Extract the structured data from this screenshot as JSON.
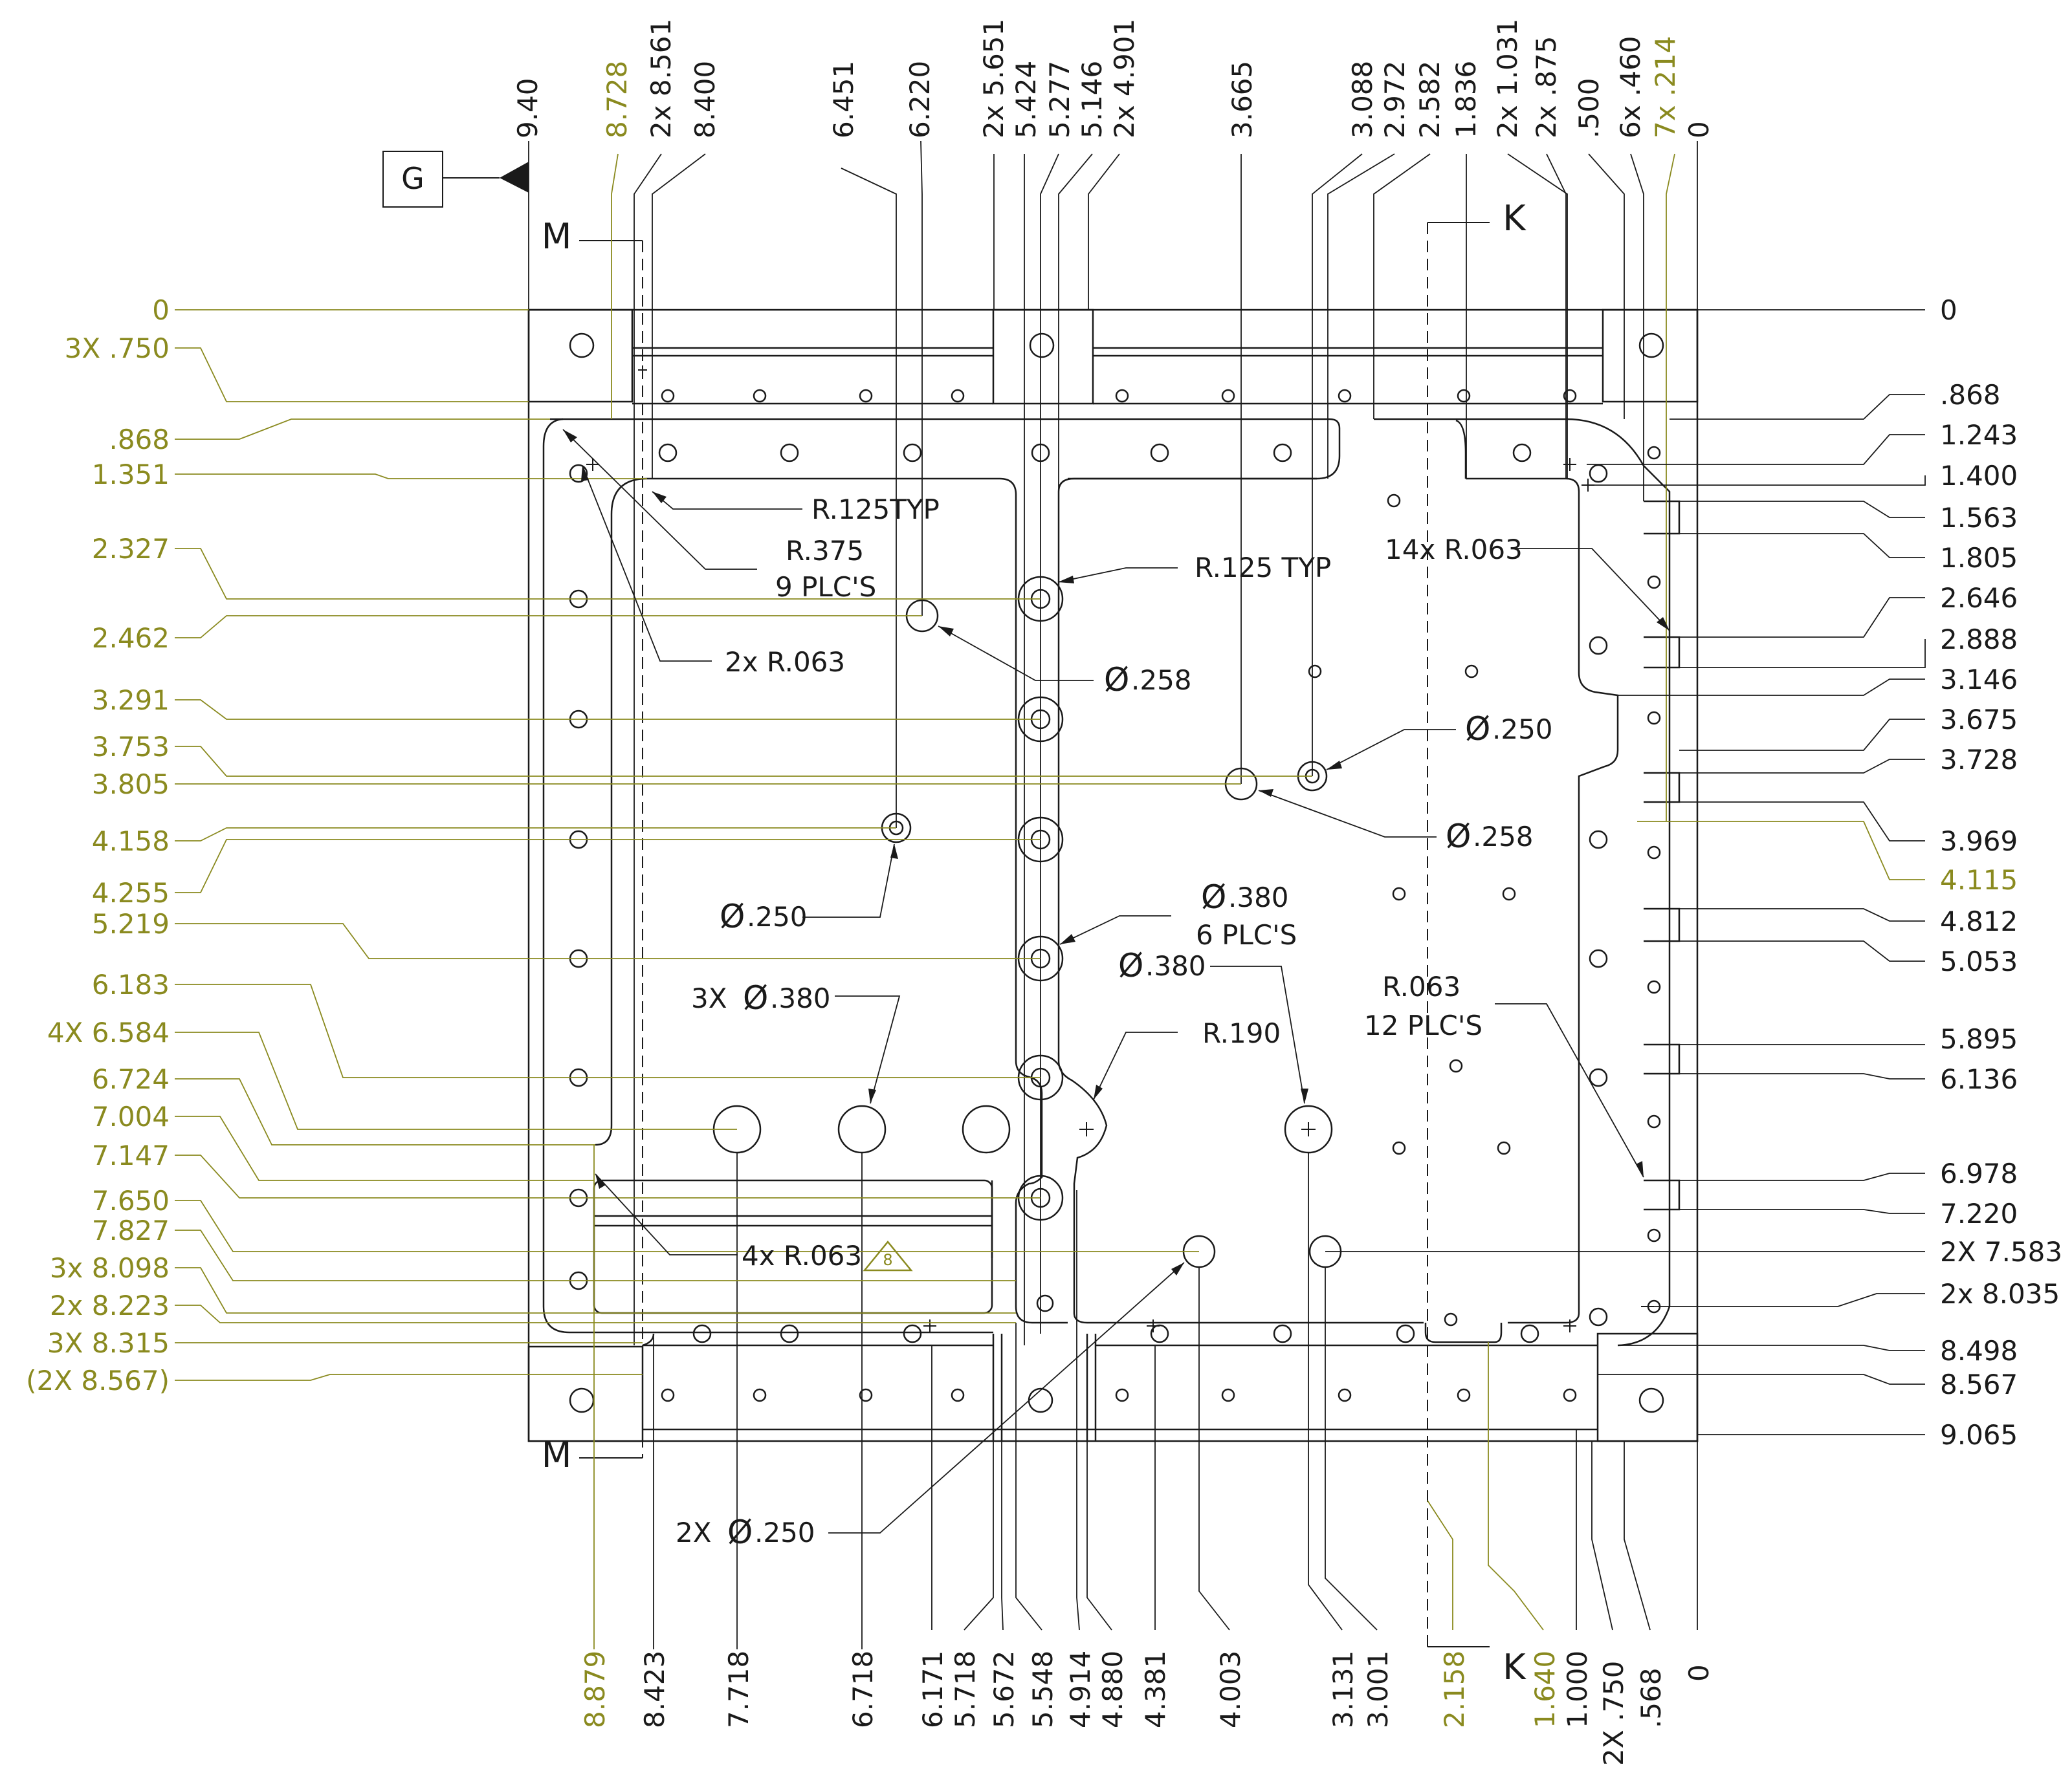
{
  "colors": {
    "ink": "#1a1a1a",
    "olive": "#8a8a1f",
    "background": "#ffffff"
  },
  "datum_g": {
    "letter": "G"
  },
  "section_m": {
    "label": "M"
  },
  "section_k": {
    "label": "K"
  },
  "top_dims": [
    {
      "id": "d940",
      "text": "9.40",
      "color": "ink"
    },
    {
      "id": "d8728",
      "text": "8.728",
      "color": "olive"
    },
    {
      "id": "d8561",
      "text": "2x  8.561",
      "color": "ink"
    },
    {
      "id": "d8400",
      "text": "8.400",
      "color": "ink"
    },
    {
      "id": "d6451",
      "text": "6.451",
      "color": "ink"
    },
    {
      "id": "d6220",
      "text": "6.220",
      "color": "ink"
    },
    {
      "id": "d5651",
      "text": "2x  5.651",
      "color": "ink"
    },
    {
      "id": "d5424",
      "text": "5.424",
      "color": "ink"
    },
    {
      "id": "d5277",
      "text": "5.277",
      "color": "ink"
    },
    {
      "id": "d5146",
      "text": "5.146",
      "color": "ink"
    },
    {
      "id": "d4901",
      "text": "2x  4.901",
      "color": "ink"
    },
    {
      "id": "d3665",
      "text": "3.665",
      "color": "ink"
    },
    {
      "id": "d3088",
      "text": "3.088",
      "color": "ink"
    },
    {
      "id": "d2972",
      "text": "2.972",
      "color": "ink"
    },
    {
      "id": "d2582",
      "text": "2.582",
      "color": "ink"
    },
    {
      "id": "d1836",
      "text": "1.836",
      "color": "ink"
    },
    {
      "id": "d1031",
      "text": "2x 1.031",
      "color": "ink"
    },
    {
      "id": "d875",
      "text": "2x  .875",
      "color": "ink"
    },
    {
      "id": "d500",
      "text": ".500",
      "color": "ink"
    },
    {
      "id": "d460",
      "text": "6x .460",
      "color": "ink"
    },
    {
      "id": "d214",
      "text": "7x .214",
      "color": "olive"
    },
    {
      "id": "d0t",
      "text": "0",
      "color": "ink"
    }
  ],
  "bottom_dims": [
    {
      "id": "b8879",
      "text": "8.879",
      "color": "olive"
    },
    {
      "id": "b8423",
      "text": "8.423",
      "color": "ink"
    },
    {
      "id": "b7718",
      "text": "7.718",
      "color": "ink"
    },
    {
      "id": "b6718",
      "text": "6.718",
      "color": "ink"
    },
    {
      "id": "b6171",
      "text": "6.171",
      "color": "ink"
    },
    {
      "id": "b5718",
      "text": "5.718",
      "color": "ink"
    },
    {
      "id": "b5672",
      "text": "5.672",
      "color": "ink"
    },
    {
      "id": "b5548",
      "text": "5.548",
      "color": "ink"
    },
    {
      "id": "b4914",
      "text": "4.914",
      "color": "ink"
    },
    {
      "id": "b4880",
      "text": "4.880",
      "color": "ink"
    },
    {
      "id": "b4381",
      "text": "4.381",
      "color": "ink"
    },
    {
      "id": "b4003",
      "text": "4.003",
      "color": "ink"
    },
    {
      "id": "b3131",
      "text": "3.131",
      "color": "ink"
    },
    {
      "id": "b3001",
      "text": "3.001",
      "color": "ink"
    },
    {
      "id": "b2158",
      "text": "2.158",
      "color": "olive"
    },
    {
      "id": "b1640",
      "text": "1.640",
      "color": "olive"
    },
    {
      "id": "b1000",
      "text": "1.000",
      "color": "ink"
    },
    {
      "id": "b750",
      "text": "2X  .750",
      "color": "ink"
    },
    {
      "id": "b568",
      "text": ".568",
      "color": "ink"
    },
    {
      "id": "b0",
      "text": "0",
      "color": "ink"
    }
  ],
  "left_dims": [
    {
      "id": "l0",
      "text": "0"
    },
    {
      "id": "l750",
      "text": "3X  .750"
    },
    {
      "id": "l868",
      "text": ".868"
    },
    {
      "id": "l1351",
      "text": "1.351"
    },
    {
      "id": "l2327",
      "text": "2.327"
    },
    {
      "id": "l2462",
      "text": "2.462"
    },
    {
      "id": "l3291",
      "text": "3.291"
    },
    {
      "id": "l3753",
      "text": "3.753"
    },
    {
      "id": "l3805",
      "text": "3.805"
    },
    {
      "id": "l4158",
      "text": "4.158"
    },
    {
      "id": "l4255",
      "text": "4.255"
    },
    {
      "id": "l5219",
      "text": "5.219"
    },
    {
      "id": "l6183",
      "text": "6.183"
    },
    {
      "id": "l6584",
      "text": "4X 6.584"
    },
    {
      "id": "l6724",
      "text": "6.724"
    },
    {
      "id": "l7004",
      "text": "7.004"
    },
    {
      "id": "l7147",
      "text": "7.147"
    },
    {
      "id": "l7650",
      "text": "7.650"
    },
    {
      "id": "l7827",
      "text": "7.827"
    },
    {
      "id": "l8098",
      "text": "3x 8.098"
    },
    {
      "id": "l8223",
      "text": "2x 8.223"
    },
    {
      "id": "l8315",
      "text": "3X  8.315"
    },
    {
      "id": "l8567",
      "text": "(2X 8.567)"
    }
  ],
  "right_dims": [
    {
      "id": "r0",
      "text": "0",
      "color": "ink"
    },
    {
      "id": "r868",
      "text": ".868",
      "color": "ink"
    },
    {
      "id": "r1243",
      "text": "1.243",
      "color": "ink"
    },
    {
      "id": "r1400",
      "text": "1.400",
      "color": "ink"
    },
    {
      "id": "r1563",
      "text": "1.563",
      "color": "ink"
    },
    {
      "id": "r1805",
      "text": "1.805",
      "color": "ink"
    },
    {
      "id": "r2646",
      "text": "2.646",
      "color": "ink"
    },
    {
      "id": "r2888",
      "text": "2.888",
      "color": "ink"
    },
    {
      "id": "r3146",
      "text": "3.146",
      "color": "ink"
    },
    {
      "id": "r3675",
      "text": "3.675",
      "color": "ink"
    },
    {
      "id": "r3728",
      "text": "3.728",
      "color": "ink"
    },
    {
      "id": "r3969",
      "text": "3.969",
      "color": "ink"
    },
    {
      "id": "r4115",
      "text": "4.115",
      "color": "olive"
    },
    {
      "id": "r4812",
      "text": "4.812",
      "color": "ink"
    },
    {
      "id": "r5053",
      "text": "5.053",
      "color": "ink"
    },
    {
      "id": "r5895",
      "text": "5.895",
      "color": "ink"
    },
    {
      "id": "r6136",
      "text": "6.136",
      "color": "ink"
    },
    {
      "id": "r6978",
      "text": "6.978",
      "color": "ink"
    },
    {
      "id": "r7220",
      "text": "7.220",
      "color": "ink"
    },
    {
      "id": "r7583",
      "text": "2X 7.583",
      "color": "ink"
    },
    {
      "id": "r8035",
      "text": "2x  8.035",
      "color": "ink"
    },
    {
      "id": "r8498",
      "text": "8.498",
      "color": "ink"
    },
    {
      "id": "r8567",
      "text": "8.567",
      "color": "ink"
    },
    {
      "id": "r9065",
      "text": "9.065",
      "color": "ink"
    }
  ],
  "callouts": {
    "r125typ_a": "R.125TYP",
    "r375": "R.375",
    "r375_qty": "9 PLC'S",
    "r063_2x": "2x R.063",
    "r125typ_b": "R.125 TYP",
    "dia258_a": ".258",
    "dia250_a": ".250",
    "dia258_b": ".258",
    "dia250_b": ".250",
    "dia380_a": ".380",
    "dia380_a_qty": "6 PLC'S",
    "dia380_b": ".380",
    "dia380_3x_prefix": "3X",
    "dia380_3x": ".380",
    "r063_14x": "14x R.063",
    "r063_12": "R.063",
    "r063_12_qty": "12 PLC'S",
    "r190": "R.190",
    "r063_4x": "4x R.063",
    "flag_8": "8",
    "dia250_2x_prefix": "2X",
    "dia250_2x": ".250",
    "dia_symbol": "Ø"
  }
}
